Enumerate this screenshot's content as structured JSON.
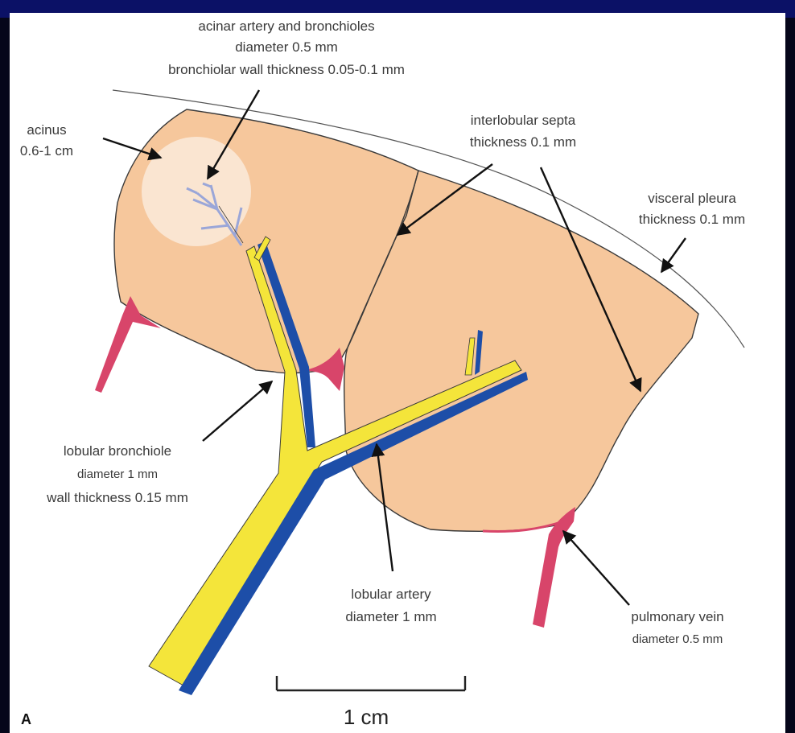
{
  "panel_letter": "A",
  "labels": {
    "acinar": {
      "line1": "acinar artery and bronchioles",
      "line2": "diameter 0.5 mm",
      "line3": "bronchiolar wall thickness 0.05-0.1 mm"
    },
    "acinus": {
      "line1": "acinus",
      "line2": "0.6-1 cm"
    },
    "septa": {
      "line1": "interlobular septa",
      "line2": "thickness 0.1 mm"
    },
    "pleura": {
      "line1": "visceral pleura",
      "line2": "thickness 0.1 mm"
    },
    "bronchiole": {
      "line1": "lobular bronchiole",
      "line2": "diameter 1 mm",
      "line3": "wall thickness 0.15 mm"
    },
    "artery": {
      "line1": "lobular artery",
      "line2": "diameter 1 mm"
    },
    "vein": {
      "line1": "pulmonary vein",
      "line2": "diameter 0.5 mm"
    }
  },
  "scale_bar": {
    "label": "1 cm"
  },
  "colors": {
    "background": "#05061a",
    "top_bar": "#0b1166",
    "panel": "#ffffff",
    "lobule_fill": "#f6c79c",
    "acinus_fill": "#fbe8d7",
    "vein": "#d8456a",
    "bronchiole": "#f4e53a",
    "artery": "#1d4ea8",
    "acinar_branch": "#9aa6d8",
    "outline": "#3a3a3a",
    "arrow": "#111111"
  }
}
